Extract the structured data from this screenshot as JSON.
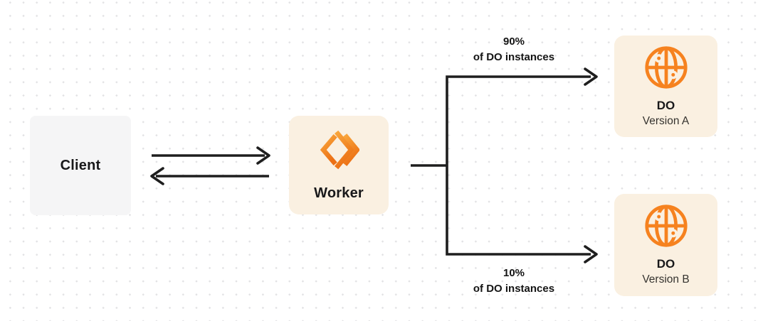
{
  "nodes": {
    "client": {
      "label": "Client"
    },
    "worker": {
      "label": "Worker"
    },
    "do_version_a": {
      "title": "DO",
      "subtitle": "Version A"
    },
    "do_version_b": {
      "title": "DO",
      "subtitle": "Version B"
    }
  },
  "edge_labels": {
    "to_version_a": {
      "percent": "90%",
      "caption": "of DO instances"
    },
    "to_version_b": {
      "percent": "10%",
      "caption": "of DO instances"
    }
  },
  "icons": {
    "worker": "workers-brackets-icon",
    "durable_object": "globe-icon"
  },
  "colors": {
    "accent_orange": "#f6821f",
    "worker_gradient_start": "#f9a63c",
    "worker_gradient_end": "#ec7014",
    "node_cream_bg": "#faf0e1",
    "node_gray_bg": "#f5f5f6",
    "connector_line": "#1e1e1e",
    "text_primary": "#18181a",
    "text_secondary": "#35332f",
    "dot_grid": "#e2e2e4",
    "background": "#ffffff"
  }
}
